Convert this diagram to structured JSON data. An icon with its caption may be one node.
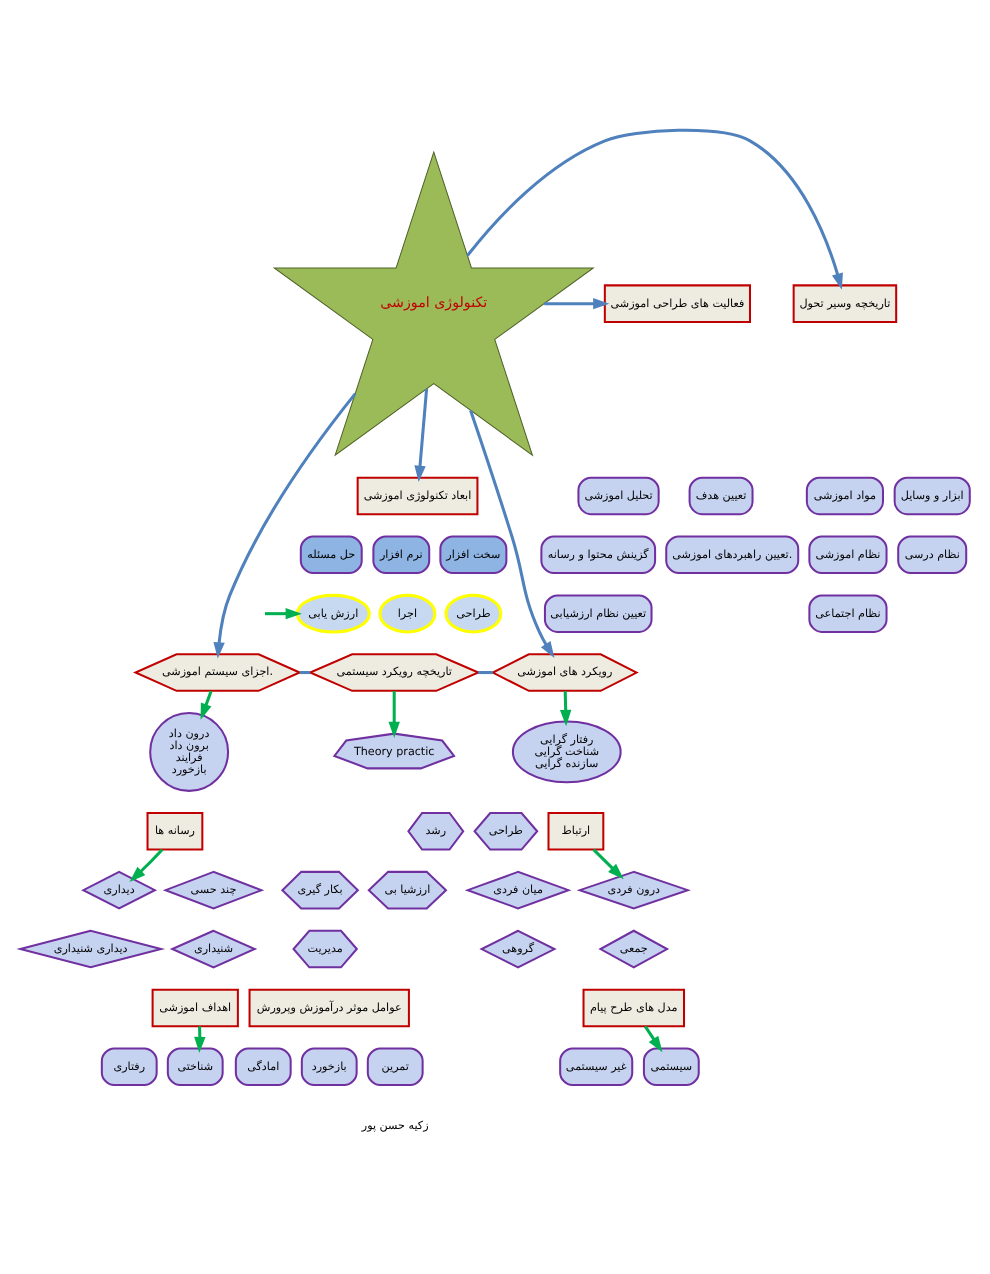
{
  "diagram": {
    "nodes": [
      {
        "text": [
          "تکنولوژی اموزشی"
        ]
      },
      {
        "text": [
          "فعالیت های طراحی اموزشی"
        ]
      },
      {
        "text": [
          "تعیین هدف"
        ]
      },
      {
        "text": [
          "تحلیل اموزشی"
        ]
      },
      {
        "text": [
          "تعیین راهبردهای اموزشی."
        ]
      },
      {
        "text": [
          "گزینش محتوا و رسانه"
        ]
      },
      {
        "text": [
          "تعیین نظام ارزشیابی"
        ]
      },
      {
        "text": [
          "ابعاد تکنولوژی اموزشی"
        ]
      },
      {
        "text": [
          "حل مسئله"
        ]
      },
      {
        "text": [
          "نرم افزار"
        ]
      },
      {
        "text": [
          "سخت افزار"
        ]
      },
      {
        "text": [
          "ارزش یابی"
        ]
      },
      {
        "text": [
          "اجرا"
        ]
      },
      {
        "text": [
          "طراحی"
        ]
      },
      {
        "text": [
          "تاریخچه وسیر تحول"
        ]
      },
      {
        "text": [
          "مواد اموزشی"
        ]
      },
      {
        "text": [
          "ابزار و وسایل"
        ]
      },
      {
        "text": [
          "نظام اموزشی"
        ]
      },
      {
        "text": [
          "نظام درسی"
        ]
      },
      {
        "text": [
          "نظام اجتماعی"
        ]
      },
      {
        "text": [
          "اجزای سیستم اموزشی."
        ]
      },
      {
        "text": [
          "تاریخچه رویکرد سیستمی"
        ]
      },
      {
        "text": [
          "رویکرد های اموزشی"
        ]
      },
      {
        "text": [
          "درون داد",
          "برون داد",
          "فرایند",
          "بازخورد"
        ]
      },
      {
        "text": [
          "رسانه ها"
        ]
      },
      {
        "text": [
          "دیداری"
        ]
      },
      {
        "text": [
          "چند حسی"
        ]
      },
      {
        "text": [
          "دیداری شنیداری"
        ]
      },
      {
        "text": [
          "شنیداری"
        ]
      },
      {
        "text": [
          "Theory practic"
        ]
      },
      {
        "text": [
          "رشد"
        ]
      },
      {
        "text": [
          "طراحی"
        ]
      },
      {
        "text": [
          "بکار گیری"
        ]
      },
      {
        "text": [
          "ارزشیا بی"
        ]
      },
      {
        "text": [
          "مدیریت"
        ]
      },
      {
        "text": [
          "رفتار گرایی",
          "شناخت گرایی",
          "سازنده گرایی"
        ]
      },
      {
        "text": [
          "ارتباط"
        ]
      },
      {
        "text": [
          "میان فردی"
        ]
      },
      {
        "text": [
          "درون فردی"
        ]
      },
      {
        "text": [
          "گروهی"
        ]
      },
      {
        "text": [
          "جمعی"
        ]
      },
      {
        "text": [
          "عوامل موثر درآموزش وپرورش"
        ]
      },
      {
        "text": [
          "امادگی"
        ]
      },
      {
        "text": [
          "بازخورد"
        ]
      },
      {
        "text": [
          "تمرین"
        ]
      },
      {
        "text": [
          "اهداف اموزشی"
        ]
      },
      {
        "text": [
          "رفتاری"
        ]
      },
      {
        "text": [
          "شناختی"
        ]
      },
      {
        "text": [
          "مدل های طرح پیام"
        ]
      },
      {
        "text": [
          "سیستمی"
        ]
      },
      {
        "text": [
          "غیر سیستمی"
        ]
      }
    ],
    "edges": [
      {
        "from": 0,
        "to": 1,
        "arrow": "to",
        "color": "#4f81bd"
      },
      {
        "from": 0,
        "to": 14,
        "arrow": "to",
        "color": "#4f81bd"
      },
      {
        "from": 0,
        "to": 7,
        "arrow": "to",
        "color": "#4f81bd"
      },
      {
        "from": 0,
        "to": 20,
        "arrow": "to",
        "color": "#4f81bd"
      },
      {
        "from": 0,
        "to": 22,
        "arrow": "to",
        "color": "#4f81bd"
      },
      {
        "from": 20,
        "to": 21,
        "arrow": "none",
        "color": "#4f81bd"
      },
      {
        "from": 21,
        "to": 22,
        "arrow": "none",
        "color": "#4f81bd"
      },
      {
        "from": 21,
        "to": 29,
        "arrow": "to",
        "color": "#00b050"
      },
      {
        "from": null,
        "to": 11,
        "arrow": "to",
        "color": "#00b050"
      },
      {
        "from": 20,
        "to": 23,
        "arrow": "to",
        "color": "#00b050"
      },
      {
        "from": 24,
        "to": 25,
        "arrow": "to",
        "color": "#00b050"
      },
      {
        "from": 22,
        "to": 35,
        "arrow": "to",
        "color": "#00b050"
      },
      {
        "from": 36,
        "to": 38,
        "arrow": "to",
        "color": "#00b050"
      },
      {
        "from": 45,
        "to": 47,
        "arrow": "to",
        "color": "#00b050"
      },
      {
        "from": 48,
        "to": 49,
        "arrow": "to",
        "color": "#00b050"
      }
    ],
    "labels": [
      "زکیه حسن پور"
    ]
  }
}
